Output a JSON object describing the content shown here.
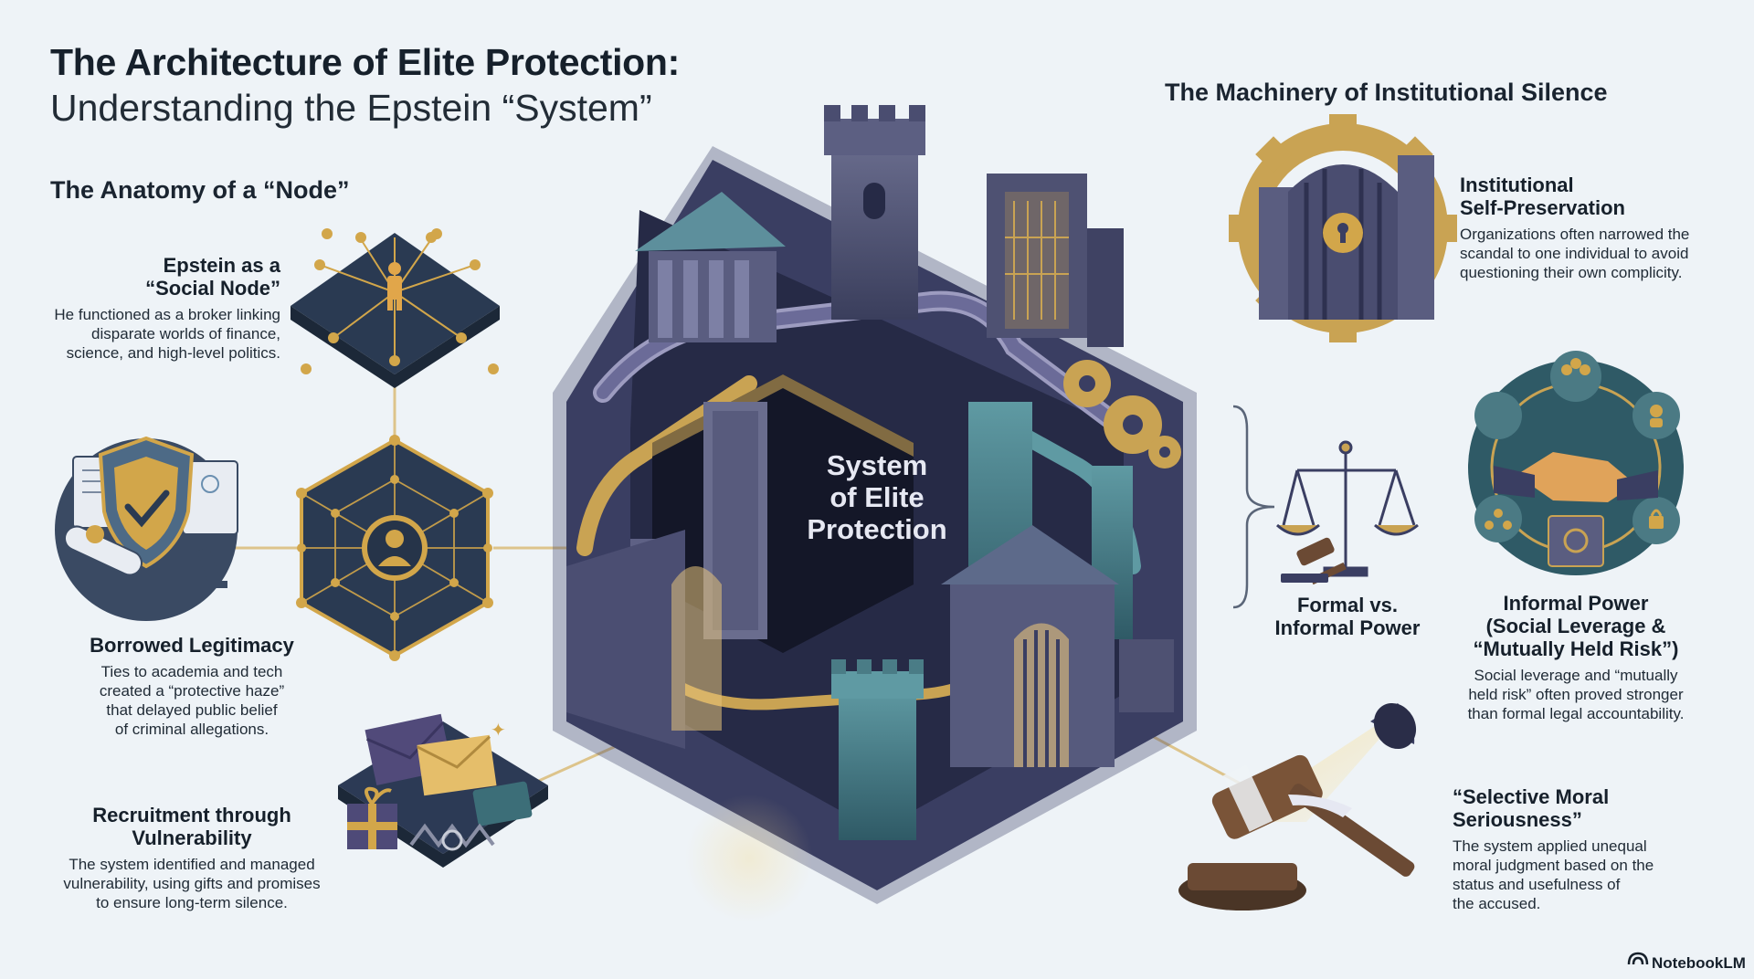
{
  "header": {
    "title_line1": "The Architecture of Elite Protection:",
    "title_line2": "Understanding the Epstein “System”"
  },
  "left_section": {
    "heading": "The Anatomy of a “Node”",
    "items": [
      {
        "title_line1": "Epstein as a",
        "title_line2": "“Social Node”",
        "desc_lines": [
          "He functioned as a broker linking",
          "disparate worlds of finance,",
          "science, and high-level politics."
        ]
      },
      {
        "title": "Borrowed Legitimacy",
        "desc_lines": [
          "Ties to academia and tech",
          "created a “protective haze”",
          "that delayed public belief",
          "of criminal allegations."
        ]
      },
      {
        "title_line1": "Recruitment through",
        "title_line2": "Vulnerability",
        "desc_lines": [
          "The system identified and managed",
          "vulnerability, using gifts and promises",
          "to ensure long-term silence."
        ]
      }
    ]
  },
  "center": {
    "label_lines": [
      "System",
      "of Elite",
      "Protection"
    ]
  },
  "right_section": {
    "heading": "The Machinery of Institutional Silence",
    "items": [
      {
        "title_line1": "Institutional",
        "title_line2": "Self-Preservation",
        "desc_lines": [
          "Organizations often narrowed the",
          "scandal to one individual to avoid",
          "questioning their own complicity."
        ]
      },
      {
        "title_line1": "Formal vs.",
        "title_line2": "Informal Power"
      },
      {
        "title_lines": [
          "Informal Power",
          "(Social Leverage &",
          "“Mutually Held Risk”)"
        ],
        "desc_lines": [
          "Social leverage and “mutually",
          "held risk” often proved stronger",
          "than formal legal accountability."
        ]
      },
      {
        "title_line1": "“Selective Moral",
        "title_line2": "Seriousness”",
        "desc_lines": [
          "The system applied unequal",
          "moral judgment based on the",
          "status and usefulness of",
          "the accused."
        ]
      }
    ]
  },
  "footer": {
    "brand": "NotebookLM"
  },
  "colors": {
    "navy": "#2a3a52",
    "gold": "#d2a64a",
    "teal": "#3c6e78",
    "purple": "#4e4a78",
    "bg": "#eef3f7"
  }
}
